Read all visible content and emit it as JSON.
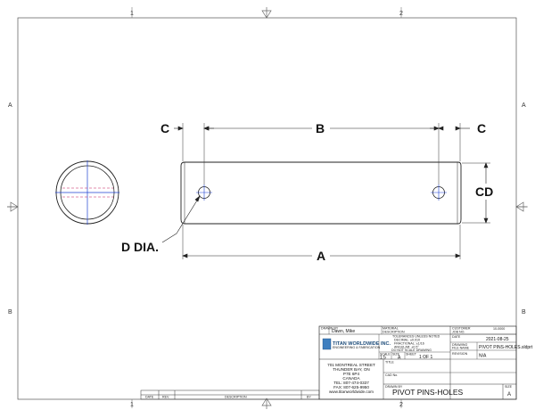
{
  "zones": {
    "top": [
      "1",
      "2"
    ],
    "bottom": [
      "1",
      "2"
    ],
    "left": [
      "A",
      "B"
    ],
    "right": [
      "A",
      "B"
    ]
  },
  "dimensions": {
    "c_left": "C",
    "b": "B",
    "c_right": "C",
    "cd": "CD",
    "a": "A",
    "d_dia": "D DIA."
  },
  "title_block": {
    "drawn_by_label": "DRAWN BY",
    "drawn_by": "Dawn, Mike",
    "material_label": "MATERIAL",
    "description_label": "DESCRIPTION",
    "customer_label": "CUSTOMER",
    "job_label": "JOB NO.",
    "job_no": "10-0000",
    "date_label": "DATE",
    "date": "2021-08-25",
    "drawing_label": "DRAWING",
    "file_name_label": "FILE NAME",
    "file_name": "PIVOT PINS-HOLES.sldprt",
    "revision_label": "REVISION",
    "revision": "N/A",
    "scale_label": "SCALE",
    "scale": "1:5",
    "size_label": "SIZE",
    "size": "A",
    "sheet_label": "SHEET",
    "sheet": "1 OF 1",
    "title_label": "TITLE",
    "cad_label": "CAD No.",
    "tolerance_header": "TOLERANCES UNLESS NOTED",
    "tolerance_lines": [
      "DECIMAL: ±0.010",
      "FRACTIONAL: ±1/16",
      "ANGULAR: ±0.5°"
    ],
    "tolerance_note": "DO NOT SCALE DRAWING",
    "company_name": "TITAN WORLDWIDE INC.",
    "company_tagline": "ENGINEERING & FABRICATION",
    "address_lines": [
      "701 MONTREAL STREET",
      "THUNDER BAY, ON",
      "P7E 6P4",
      "CANADA",
      "TEL: 807-474-0337",
      "FAX: 807-625-9950",
      "www.titanworldwide.com"
    ],
    "drawn_by_bottom_label": "DRAWN BY",
    "part_title": "PIVOT PINS-HOLES",
    "size_bottom_label": "SIZE",
    "size_bottom": "A"
  },
  "revision_table": {
    "headers": [
      "DATE",
      "REV.",
      "DESCRIPTION",
      "BY"
    ]
  }
}
